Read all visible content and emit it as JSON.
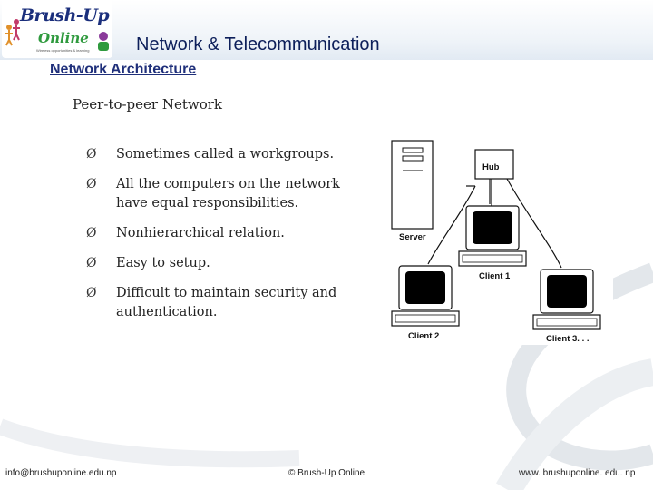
{
  "header": {
    "logo_line1": "Brush-Up",
    "logo_line2": "Online",
    "logo_tagline": "Wireless opportunities & learning",
    "title": "Network & Telecommunication"
  },
  "section": {
    "subtitle": "Network Architecture",
    "heading": "Peer-to-peer Network"
  },
  "bullets": [
    {
      "marker": "Ø",
      "text": "Sometimes called a workgroups."
    },
    {
      "marker": "Ø",
      "text": "All the computers on the network have equal responsibilities."
    },
    {
      "marker": "Ø",
      "text": "Nonhierarchical relation."
    },
    {
      "marker": "Ø",
      "text": "Easy to setup."
    },
    {
      "marker": "Ø",
      "text": "Difficult to maintain security and authentication."
    }
  ],
  "diagram": {
    "hub_label": "Hub",
    "server_label": "Server",
    "client1_label": "Client 1",
    "client2_label": "Client 2",
    "client3_label": "Client 3. . ."
  },
  "footer": {
    "email": "info@brushuponline.edu.np",
    "copyright": "© Brush-Up Online",
    "website": "www. brushuponline. edu. np"
  }
}
